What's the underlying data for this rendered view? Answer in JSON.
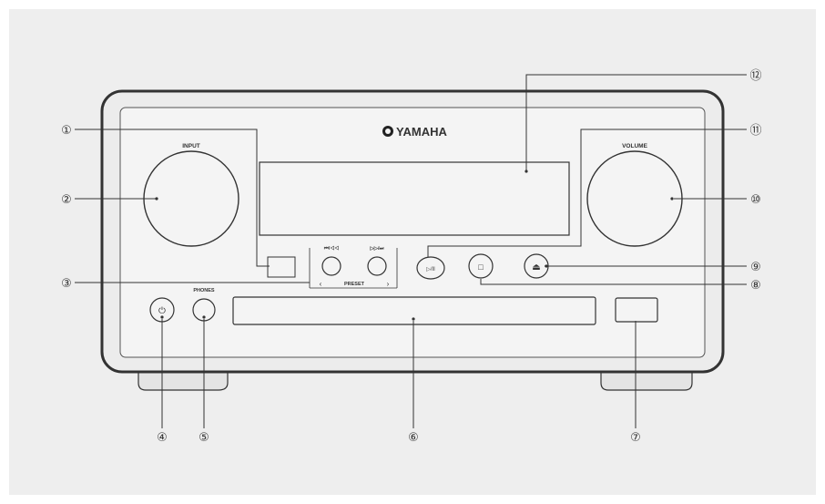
{
  "brand": "YAMAHA",
  "knobs": {
    "input_label": "INPUT",
    "volume_label": "VOLUME"
  },
  "preset": {
    "label": "PRESET",
    "left_symbol": "‹",
    "right_symbol": "›",
    "left_button_caption": "⏮/◁◁",
    "right_button_caption": "▷▷/⏭"
  },
  "phones_label": "PHONES",
  "buttons": {
    "play_pause_symbol": "▷/II",
    "stop_symbol": "□",
    "eject_symbol": "⏏",
    "power_symbol": "⏻"
  },
  "callouts": [
    "①",
    "②",
    "③",
    "④",
    "⑤",
    "⑥",
    "⑦",
    "⑧",
    "⑨",
    "⑩",
    "⑪",
    "⑫"
  ],
  "colors": {
    "background": "#eeeeee",
    "unit_stroke": "#333333",
    "callout_stroke": "#333333"
  }
}
